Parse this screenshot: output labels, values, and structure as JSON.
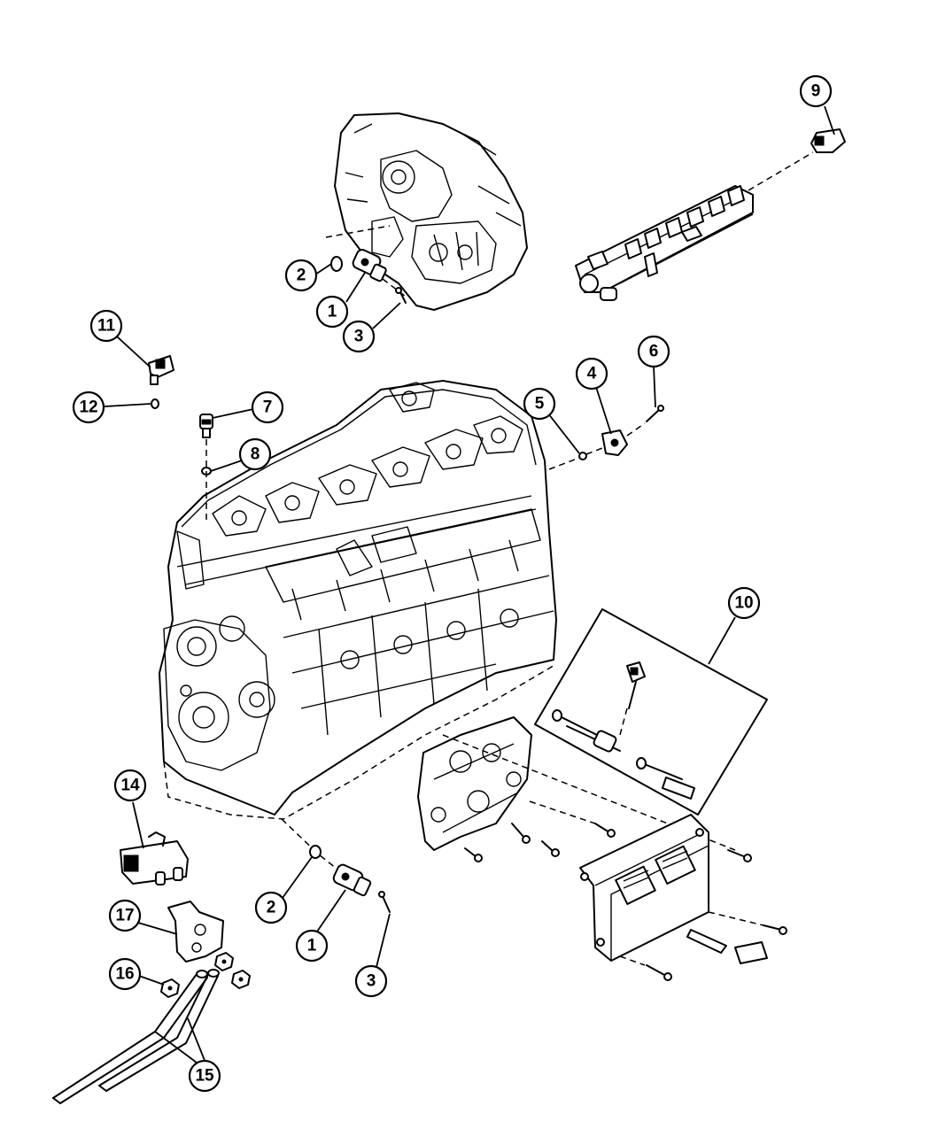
{
  "callouts": [
    {
      "id": "c1a",
      "label": "1"
    },
    {
      "id": "c2a",
      "label": "2"
    },
    {
      "id": "c3a",
      "label": "3"
    },
    {
      "id": "c4",
      "label": "4"
    },
    {
      "id": "c5",
      "label": "5"
    },
    {
      "id": "c6",
      "label": "6"
    },
    {
      "id": "c7",
      "label": "7"
    },
    {
      "id": "c8",
      "label": "8"
    },
    {
      "id": "c9",
      "label": "9"
    },
    {
      "id": "c10",
      "label": "10"
    },
    {
      "id": "c11",
      "label": "11"
    },
    {
      "id": "c12",
      "label": "12"
    },
    {
      "id": "c14",
      "label": "14"
    },
    {
      "id": "c2b",
      "label": "2"
    },
    {
      "id": "c1b",
      "label": "1"
    },
    {
      "id": "c3b",
      "label": "3"
    },
    {
      "id": "c17",
      "label": "17"
    },
    {
      "id": "c16",
      "label": "16"
    },
    {
      "id": "c15",
      "label": "15"
    }
  ]
}
